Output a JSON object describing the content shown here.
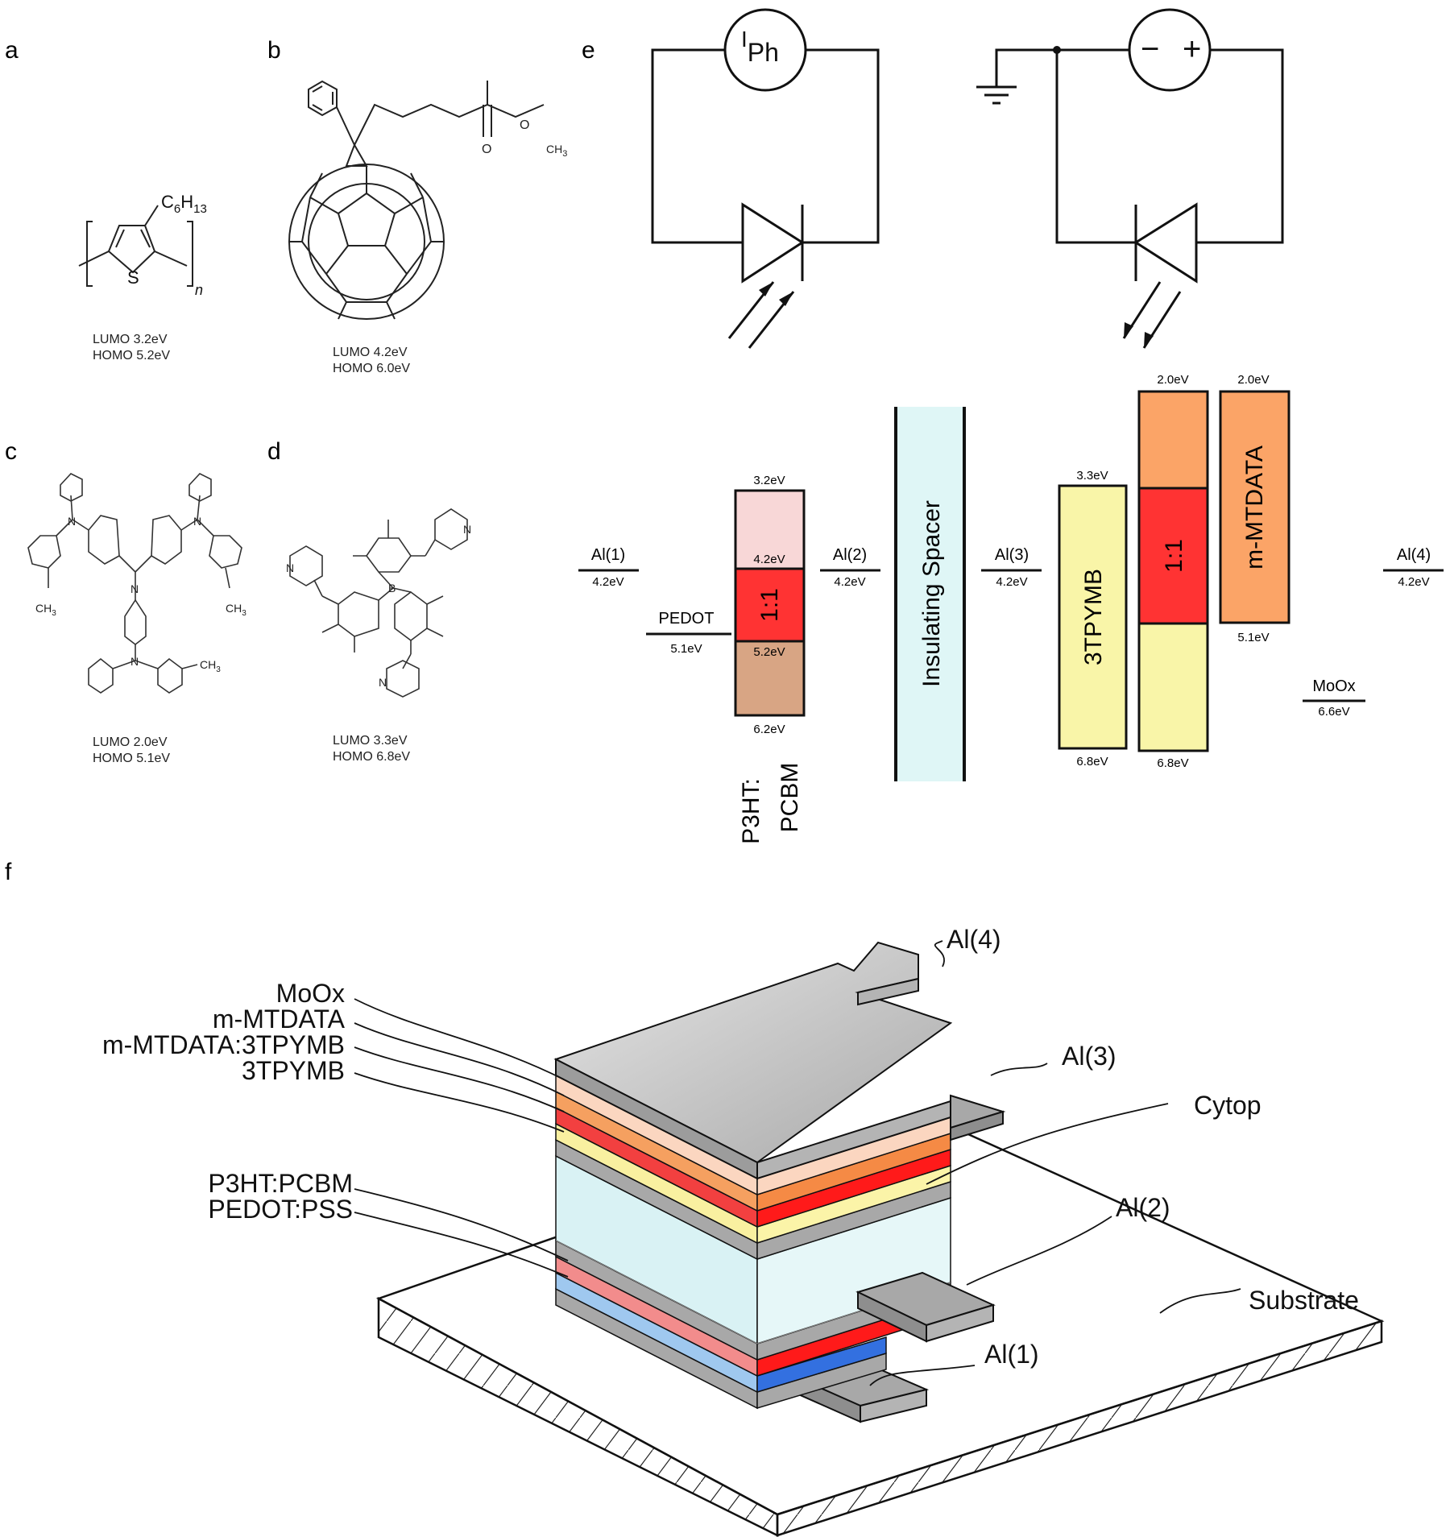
{
  "panels": {
    "a": {
      "letter": "a",
      "lumo": "LUMO  3.2eV",
      "homo": "HOMO 5.2eV",
      "atoms": {
        "c6": "C",
        "c6_sub": "6",
        "h13": "H",
        "h13_sub": "13",
        "s": "S",
        "n": "n"
      }
    },
    "b": {
      "letter": "b",
      "lumo": "LUMO  4.2eV",
      "homo": "HOMO 6.0eV",
      "atoms": {
        "o1": "O",
        "o2": "O",
        "ch3": "CH",
        "ch3_sub": "3"
      }
    },
    "c": {
      "letter": "c",
      "lumo": "LUMO  2.0eV",
      "homo": "HOMO 5.1eV",
      "atoms": {
        "n": "N",
        "ch3": "CH",
        "ch3_sub": "3"
      }
    },
    "d": {
      "letter": "d",
      "lumo": "LUMO  3.3eV",
      "homo": "HOMO 6.8eV",
      "atoms": {
        "n": "N",
        "b": "B"
      }
    },
    "e": {
      "letter": "e",
      "current_source": "I",
      "current_source_sub": "Ph",
      "voltage_minus": "−",
      "voltage_plus": "+",
      "levels": {
        "al1": {
          "name": "Al(1)",
          "energy": "4.2eV"
        },
        "al2": {
          "name": "Al(2)",
          "energy": "4.2eV"
        },
        "al3": {
          "name": "Al(3)",
          "energy": "4.2eV"
        },
        "al4": {
          "name": "Al(4)",
          "energy": "4.2eV"
        },
        "pedot": {
          "name": "PEDOT",
          "energy": "5.1eV"
        },
        "mooх": {
          "name": "MoOx",
          "energy": "6.6eV"
        }
      },
      "p3ht_pcbm": {
        "top": "3.2eV",
        "mid_top": "4.2eV",
        "mid_bottom": "5.2eV",
        "bottom": "6.2eV",
        "ratio": "1:1",
        "label_line1": "P3HT:",
        "label_line2": "PCBM"
      },
      "spacer": "Insulating Spacer",
      "tpymb": {
        "name": "3TPYMB",
        "top": "3.3eV",
        "bottom": "6.8eV"
      },
      "blend": {
        "top": "2.0eV",
        "bottom": "6.8eV",
        "ratio": "1:1"
      },
      "mtdata": {
        "name": "m-MTDATA",
        "top": "2.0eV",
        "bottom": "5.1eV"
      }
    },
    "f": {
      "letter": "f",
      "labels": {
        "moox": "MoOx",
        "mtdata": "m-MTDATA",
        "blend": "m-MTDATA:3TPYMB",
        "tpymb": "3TPYMB",
        "p3ht": "P3HT:PCBM",
        "pedot": "PEDOT:PSS",
        "al4": "Al(4)",
        "al3": "Al(3)",
        "cytop": "Cytop",
        "al2": "Al(2)",
        "substrate": "Substrate",
        "al1": "Al(1)"
      }
    }
  },
  "colors": {
    "p3ht_top": "#f8d7d7",
    "ratio_red": "#ff3333",
    "p3ht_bottom": "#d8a584",
    "spacer": "#dff6f6",
    "tpymb": "#f9f5a8",
    "mtdata": "#fba467",
    "metal": "#a8a8a8"
  }
}
